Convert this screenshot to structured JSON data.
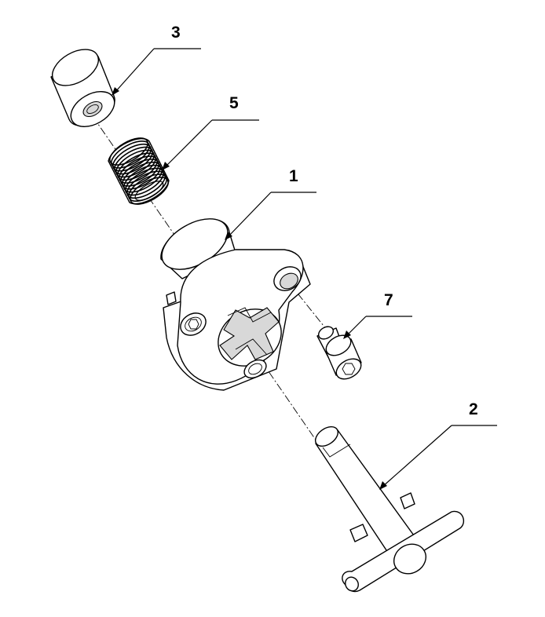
{
  "callouts": [
    {
      "id": "part-3",
      "label": "3"
    },
    {
      "id": "part-5",
      "label": "5"
    },
    {
      "id": "part-1",
      "label": "1"
    },
    {
      "id": "part-7",
      "label": "7"
    },
    {
      "id": "part-2",
      "label": "2"
    }
  ]
}
